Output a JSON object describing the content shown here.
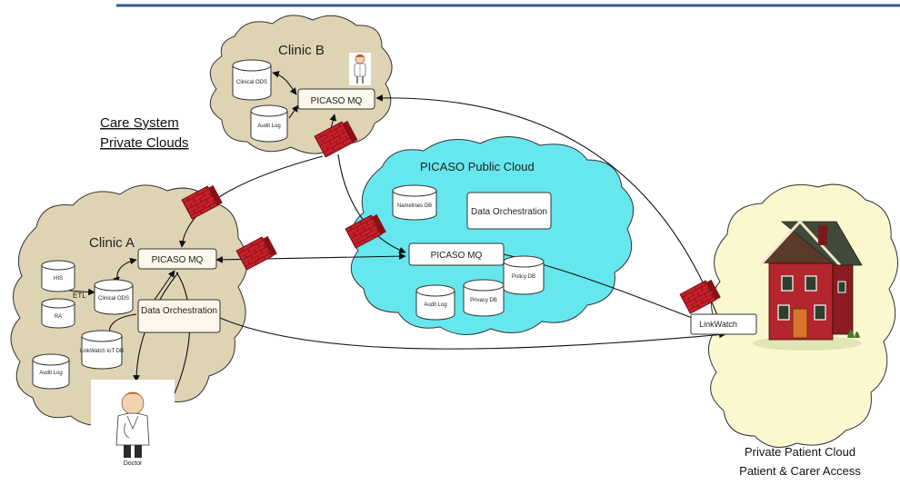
{
  "clouds": {
    "clinic_b": {
      "title": "Clinic B",
      "mq": "PICASO MQ",
      "ods": "Clinical ODS",
      "audit": "Audit Log"
    },
    "clinic_a": {
      "title": "Clinic A",
      "mq": "PICASO MQ",
      "orchestration": "Data Orchestration",
      "his": "HIS",
      "ra": "RA",
      "etl": "ETL",
      "ods": "Clinical ODS",
      "linkwatch_db": "LinkWatch IoT DB",
      "audit": "Audit Log"
    },
    "public": {
      "title": "PICASO Public Cloud",
      "namelines": "Namelines DB",
      "orchestration": "Data Orchestration",
      "mq": "PICASO MQ",
      "policy": "Policy DB",
      "privacy": "Privacy DB",
      "audit": "Audit Log"
    },
    "patient": {
      "linkwatch": "LinkWatch",
      "caption_line1": "Private Patient Cloud",
      "caption_line2": "Patient & Carer Access"
    }
  },
  "care_caption": {
    "line1": "Care System",
    "line2": "Private Clouds"
  },
  "people": {
    "doctor_label": "Doctor"
  },
  "colors": {
    "private_cloud": "#ded3b3",
    "public_cloud": "#66e7ee",
    "patient_cloud": "#fbf8cf",
    "firewall": "#c8202a",
    "header_rule": "#2d5a8c"
  }
}
